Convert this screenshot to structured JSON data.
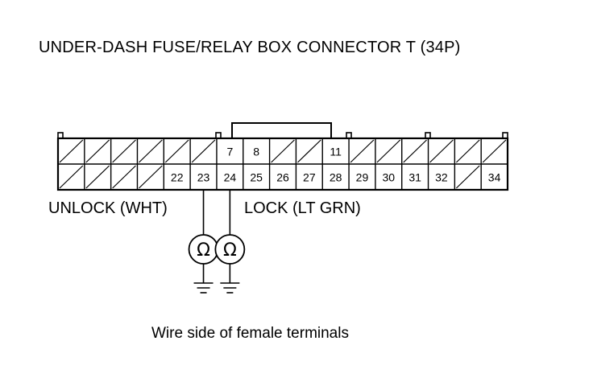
{
  "title": "UNDER-DASH FUSE/RELAY BOX CONNECTOR T (34P)",
  "caption": "Wire side of female terminals",
  "connector": {
    "top_row": [
      {
        "label": "",
        "empty": true
      },
      {
        "label": "",
        "empty": true
      },
      {
        "label": "",
        "empty": true
      },
      {
        "label": "",
        "empty": true
      },
      {
        "label": "",
        "empty": true
      },
      {
        "label": "",
        "empty": true
      },
      {
        "label": "7",
        "empty": false
      },
      {
        "label": "8",
        "empty": false
      },
      {
        "label": "",
        "empty": true
      },
      {
        "label": "",
        "empty": true
      },
      {
        "label": "11",
        "empty": false
      },
      {
        "label": "",
        "empty": true
      },
      {
        "label": "",
        "empty": true
      },
      {
        "label": "",
        "empty": true
      },
      {
        "label": "",
        "empty": true
      },
      {
        "label": "",
        "empty": true
      },
      {
        "label": "",
        "empty": true
      }
    ],
    "bottom_row": [
      {
        "label": "",
        "empty": true
      },
      {
        "label": "",
        "empty": true
      },
      {
        "label": "",
        "empty": true
      },
      {
        "label": "",
        "empty": true
      },
      {
        "label": "22",
        "empty": false
      },
      {
        "label": "23",
        "empty": false
      },
      {
        "label": "24",
        "empty": false
      },
      {
        "label": "25",
        "empty": false
      },
      {
        "label": "26",
        "empty": false
      },
      {
        "label": "27",
        "empty": false
      },
      {
        "label": "28",
        "empty": false
      },
      {
        "label": "29",
        "empty": false
      },
      {
        "label": "30",
        "empty": false
      },
      {
        "label": "31",
        "empty": false
      },
      {
        "label": "32",
        "empty": false
      },
      {
        "label": "",
        "empty": true
      },
      {
        "label": "34",
        "empty": false
      }
    ]
  },
  "wires": [
    {
      "label": "UNLOCK (WHT)",
      "terminal": "23",
      "meter_symbol": "Ω"
    },
    {
      "label": "LOCK (LT GRN)",
      "terminal": "24",
      "meter_symbol": "Ω"
    }
  ]
}
